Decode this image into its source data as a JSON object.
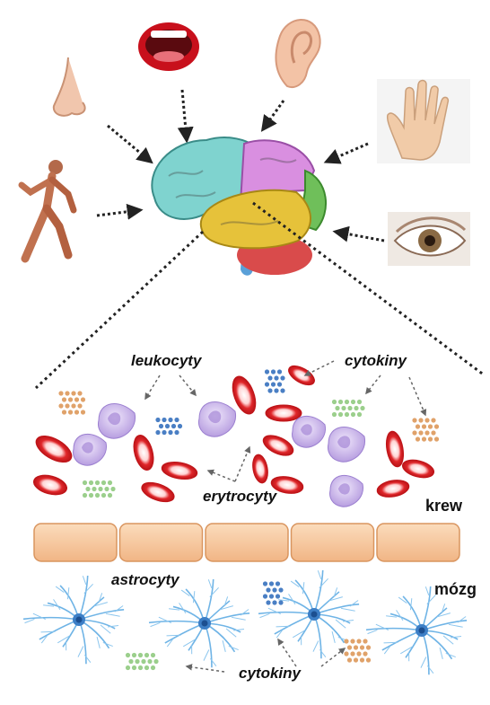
{
  "labels": {
    "leukocyty": "leukocyty",
    "cytokiny_top": "cytokiny",
    "erytrocyty": "erytrocyty",
    "krew": "krew",
    "astrocyty": "astrocyty",
    "mozg": "mózg",
    "cytokiny_bottom": "cytokiny"
  },
  "senses": [
    "mouth-image",
    "ear-image",
    "nose-image",
    "hand-image",
    "runner-image",
    "eye-image"
  ],
  "colors": {
    "frontal_lobe": "#7fd3cf",
    "parietal_lobe": "#d98fe0",
    "occipital_lobe": "#6fbf5a",
    "temporal_lobe": "#e6c23a",
    "cerebellum": "#d94b4b",
    "brainstem": "#5aa0d8",
    "erythrocyte": "#e0262a",
    "leukocyte": "#c9b3ea",
    "barrier_cell": "#f6c79b",
    "astrocyte": "#5ba8e0",
    "cytokine_orange": "#e0a26a",
    "cytokine_blue": "#4a7fc4",
    "cytokine_green": "#9bcf8c"
  }
}
